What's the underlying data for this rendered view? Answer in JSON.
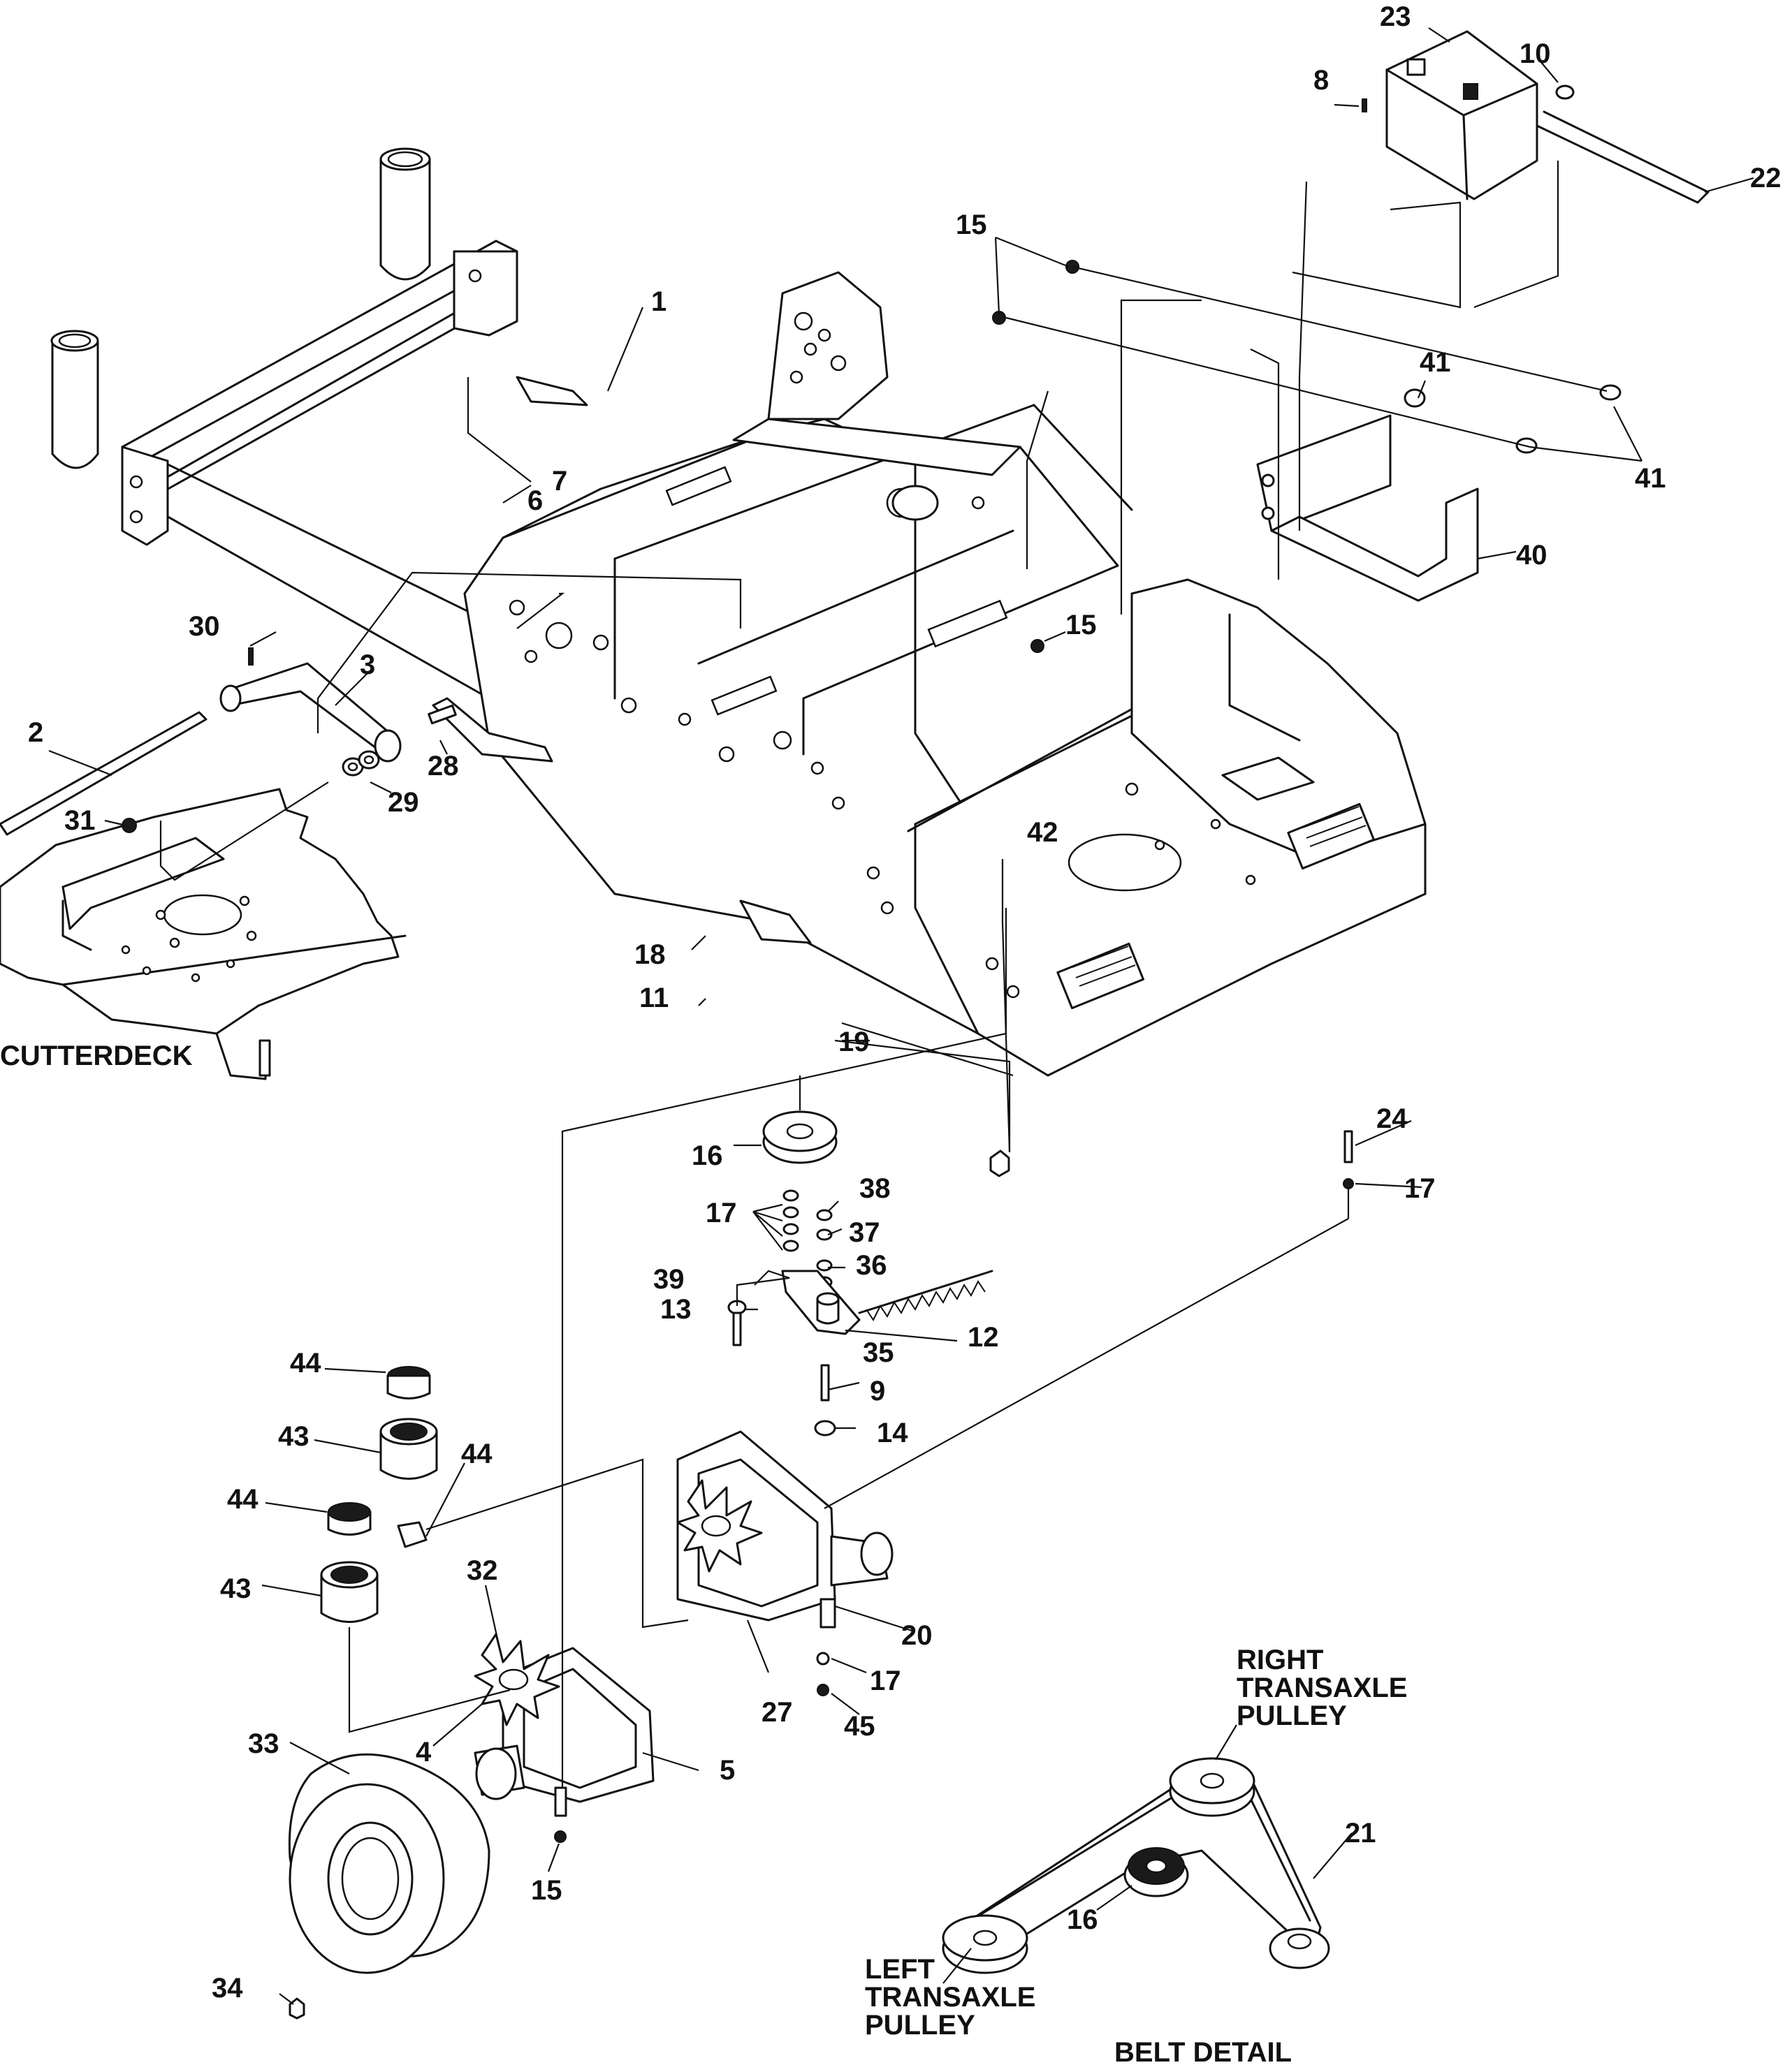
{
  "callouts": [
    {
      "id": "c23",
      "text": "23"
    },
    {
      "id": "c10",
      "text": "10"
    },
    {
      "id": "c8",
      "text": "8"
    },
    {
      "id": "c22",
      "text": "22"
    },
    {
      "id": "c15a",
      "text": "15"
    },
    {
      "id": "c1",
      "text": "1"
    },
    {
      "id": "c41a",
      "text": "41"
    },
    {
      "id": "c41b",
      "text": "41"
    },
    {
      "id": "c7",
      "text": "7"
    },
    {
      "id": "c6",
      "text": "6"
    },
    {
      "id": "c40",
      "text": "40"
    },
    {
      "id": "c15b",
      "text": "15"
    },
    {
      "id": "c30",
      "text": "30"
    },
    {
      "id": "c3",
      "text": "3"
    },
    {
      "id": "c2",
      "text": "2"
    },
    {
      "id": "c28",
      "text": "28"
    },
    {
      "id": "c31",
      "text": "31"
    },
    {
      "id": "c29",
      "text": "29"
    },
    {
      "id": "c42",
      "text": "42"
    },
    {
      "id": "c18",
      "text": "18"
    },
    {
      "id": "c11",
      "text": "11"
    },
    {
      "id": "c19",
      "text": "19"
    },
    {
      "id": "c16a",
      "text": "16"
    },
    {
      "id": "c24",
      "text": "24"
    },
    {
      "id": "c17a",
      "text": "17"
    },
    {
      "id": "c38",
      "text": "38"
    },
    {
      "id": "c17b",
      "text": "17"
    },
    {
      "id": "c37",
      "text": "37"
    },
    {
      "id": "c36",
      "text": "36"
    },
    {
      "id": "c39",
      "text": "39"
    },
    {
      "id": "c13",
      "text": "13"
    },
    {
      "id": "c12",
      "text": "12"
    },
    {
      "id": "c35",
      "text": "35"
    },
    {
      "id": "c9",
      "text": "9"
    },
    {
      "id": "c14",
      "text": "14"
    },
    {
      "id": "c44a",
      "text": "44"
    },
    {
      "id": "c43a",
      "text": "43"
    },
    {
      "id": "c44b",
      "text": "44"
    },
    {
      "id": "c44c",
      "text": "44"
    },
    {
      "id": "c43b",
      "text": "43"
    },
    {
      "id": "c32",
      "text": "32"
    },
    {
      "id": "c20",
      "text": "20"
    },
    {
      "id": "c17c",
      "text": "17"
    },
    {
      "id": "c27",
      "text": "27"
    },
    {
      "id": "c45",
      "text": "45"
    },
    {
      "id": "c33",
      "text": "33"
    },
    {
      "id": "c4",
      "text": "4"
    },
    {
      "id": "c5",
      "text": "5"
    },
    {
      "id": "c15c",
      "text": "15"
    },
    {
      "id": "c34",
      "text": "34"
    },
    {
      "id": "c21",
      "text": "21"
    },
    {
      "id": "c16b",
      "text": "16"
    }
  ],
  "labels": {
    "cutterdeck": "CUTTERDECK",
    "right_pulley": [
      "RIGHT",
      "TRANSAXLE",
      "PULLEY"
    ],
    "left_pulley": [
      "LEFT",
      "TRANSAXLE",
      "PULLEY"
    ],
    "belt_detail": "BELT DETAIL"
  }
}
